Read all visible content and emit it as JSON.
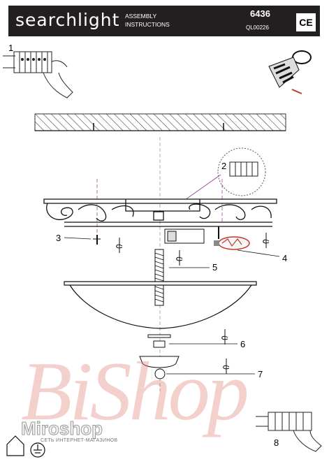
{
  "header": {
    "brand": "searchlight",
    "assembly_line1": "ASSEMBLY",
    "assembly_line2": "INSTRUCTIONS",
    "model": "6436",
    "code": "QL00226",
    "ce_mark": "CE"
  },
  "steps": [
    "1",
    "2",
    "3",
    "4",
    "5",
    "6",
    "7",
    "8"
  ],
  "watermark": {
    "big": "BiShop",
    "brand": "Miroshop",
    "tagline": "СЕТЬ ИНТЕРНЕТ-МАГАЗИНОВ"
  },
  "icons": [
    "terminal-block-hand-icon",
    "insulating-tape-icon",
    "house-icon",
    "ground-icon"
  ]
}
